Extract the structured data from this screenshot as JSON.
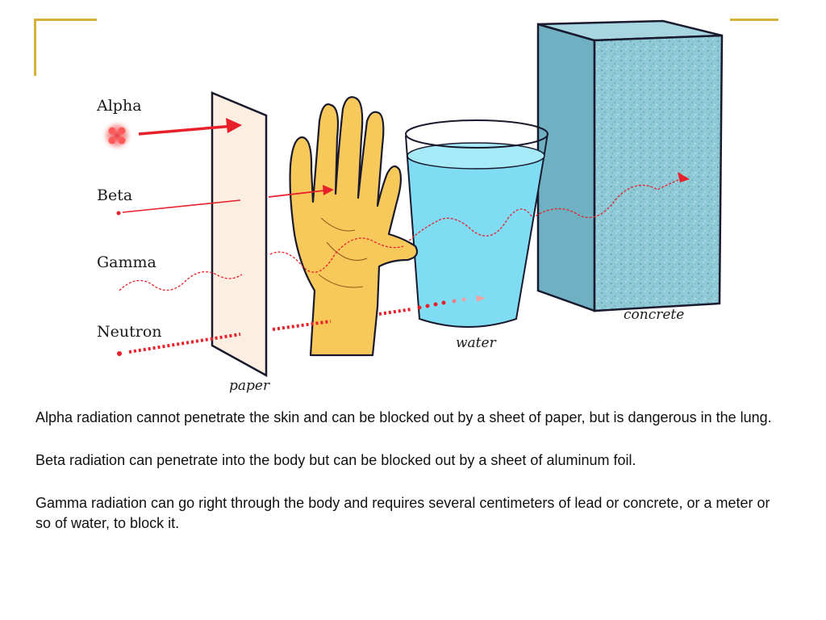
{
  "colors": {
    "accent": "#d4b23c",
    "ray": "#e8202a",
    "paper": "#fdeee2",
    "hand": "#f7c85a",
    "water": "#7fdcf2",
    "concrete": "#8fc9d6"
  },
  "diagram": {
    "rays": {
      "alpha": "Alpha",
      "beta": "Beta",
      "gamma": "Gamma",
      "neutron": "Neutron"
    },
    "materials": {
      "paper": "paper",
      "water": "water",
      "concrete": "concrete"
    }
  },
  "caption": {
    "alpha": "Alpha radiation cannot penetrate the skin and can be blocked out by a sheet of paper, but is dangerous in the lung.",
    "beta": "Beta radiation can penetrate into the body but can be blocked out by a sheet of aluminum foil.",
    "gamma": "Gamma radiation can go right through the body and requires several centimeters of lead or concrete, or a meter or so of water, to block it."
  }
}
